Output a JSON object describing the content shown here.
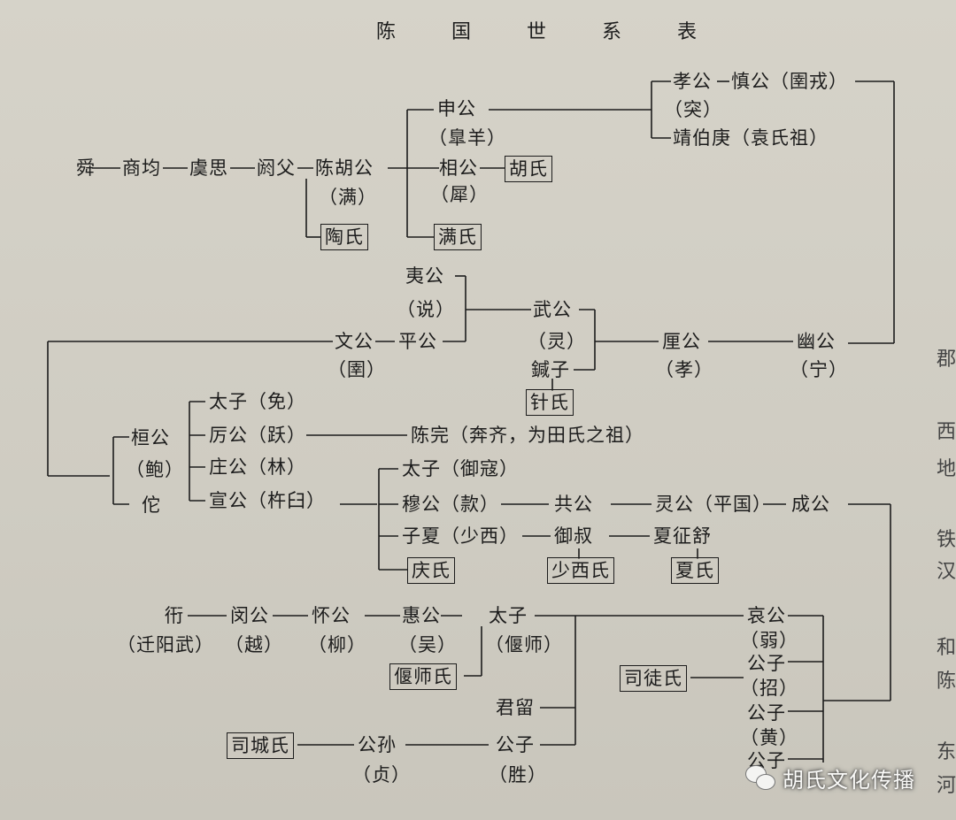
{
  "title": "陈 国 世 系 表",
  "nodes": {
    "shun": "舜",
    "shangjun": "商均",
    "yusi": "虞思",
    "efu": "阏父",
    "chenhugong": "陈胡公",
    "man": "（满）",
    "taoshi": "陶氏",
    "shengong": "申公",
    "gaoyang": "（臯羊）",
    "xianggong": "相公",
    "xi": "（犀）",
    "hushi": "胡氏",
    "manshi": "满氏",
    "xiaogong": "孝公",
    "tu": "（突）",
    "shengong2": "慎公（圉戎）",
    "jingbogeng": "靖伯庚（袁氏祖）",
    "yigong": "夷公",
    "shuo": "（说）",
    "wengong": "文公",
    "yu": "（圉）",
    "pinggong": "平公",
    "wugong": "武公",
    "ling": "（灵）",
    "zhenzi": "鍼子",
    "zhenshi": "针氏",
    "ligong": "厘公",
    "xiao": "（孝）",
    "yougong": "幽公",
    "ning": "（宁）",
    "huangong": "桓公",
    "bao": "（鲍）",
    "tuo": "佗",
    "taizimian": "太子（免）",
    "ligongyue": "厉公（跃）",
    "zhuanggong": "庄公（林）",
    "xuangong": "宣公（杵臼）",
    "chenwan": "陈完（奔齐，为田氏之祖）",
    "taiziyukou": "太子（御寇）",
    "mugong": "穆公（款）",
    "gonggong": "共公",
    "linggong": "灵公（平国）",
    "chenggong": "成公",
    "zixia": "子夏（少西）",
    "yushu": "御叔",
    "xiazhengshu": "夏征舒",
    "qingshi": "庆氏",
    "shaoxishi": "少西氏",
    "xiashi": "夏氏",
    "yan": "衎",
    "qianyangwu": "（迁阳武）",
    "mingong": "闵公",
    "yue": "（越）",
    "huaigong": "怀公",
    "liu": "（柳）",
    "huigong": "惠公",
    "wu": "（吴）",
    "taizi": "太子",
    "yanshi": "（偃师）",
    "yanshishi": "偃师氏",
    "aigong": "哀公",
    "ruo": "（弱）",
    "gongzi1": "公子",
    "zhao": "（招）",
    "gongzi2": "公子",
    "huang": "（黄）",
    "gongzi3": "公子",
    "situshi": "司徒氏",
    "junliu": "君留",
    "gongzi4": "公子",
    "sheng": "（胜）",
    "sichengshi": "司城氏",
    "gongsun": "公孙",
    "zhen": "（贞）"
  },
  "side_chars": [
    "郡",
    "西",
    "地",
    "铁",
    "汉",
    "和",
    "陈",
    "东",
    "河"
  ],
  "watermark": "胡氏文化传播",
  "watermark_icon": "wechat-icon"
}
